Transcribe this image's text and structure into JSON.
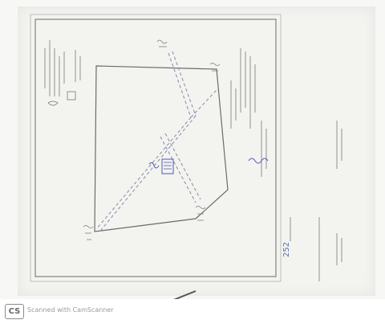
{
  "footer": {
    "logo": "CS",
    "caption": "Scanned with CamScanner"
  },
  "document": {
    "page_number": "252"
  },
  "colors": {
    "pencil": "#6b6b6b",
    "dashed": "#8a8aa8",
    "ink_blue": "#4a5bb5"
  }
}
